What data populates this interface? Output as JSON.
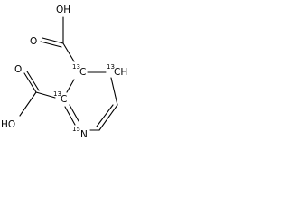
{
  "molecule": {
    "labels": {
      "oh_top": "OH",
      "o_top": "O",
      "o_left": "O",
      "oh_left": "HO",
      "c3_isotope": "13",
      "c3_symbol": "C",
      "c4_isotope": "13",
      "c4_symbol": "CH",
      "c2_isotope": "13",
      "c2_symbol": "C",
      "n_isotope": "15",
      "n_symbol": "N"
    }
  }
}
